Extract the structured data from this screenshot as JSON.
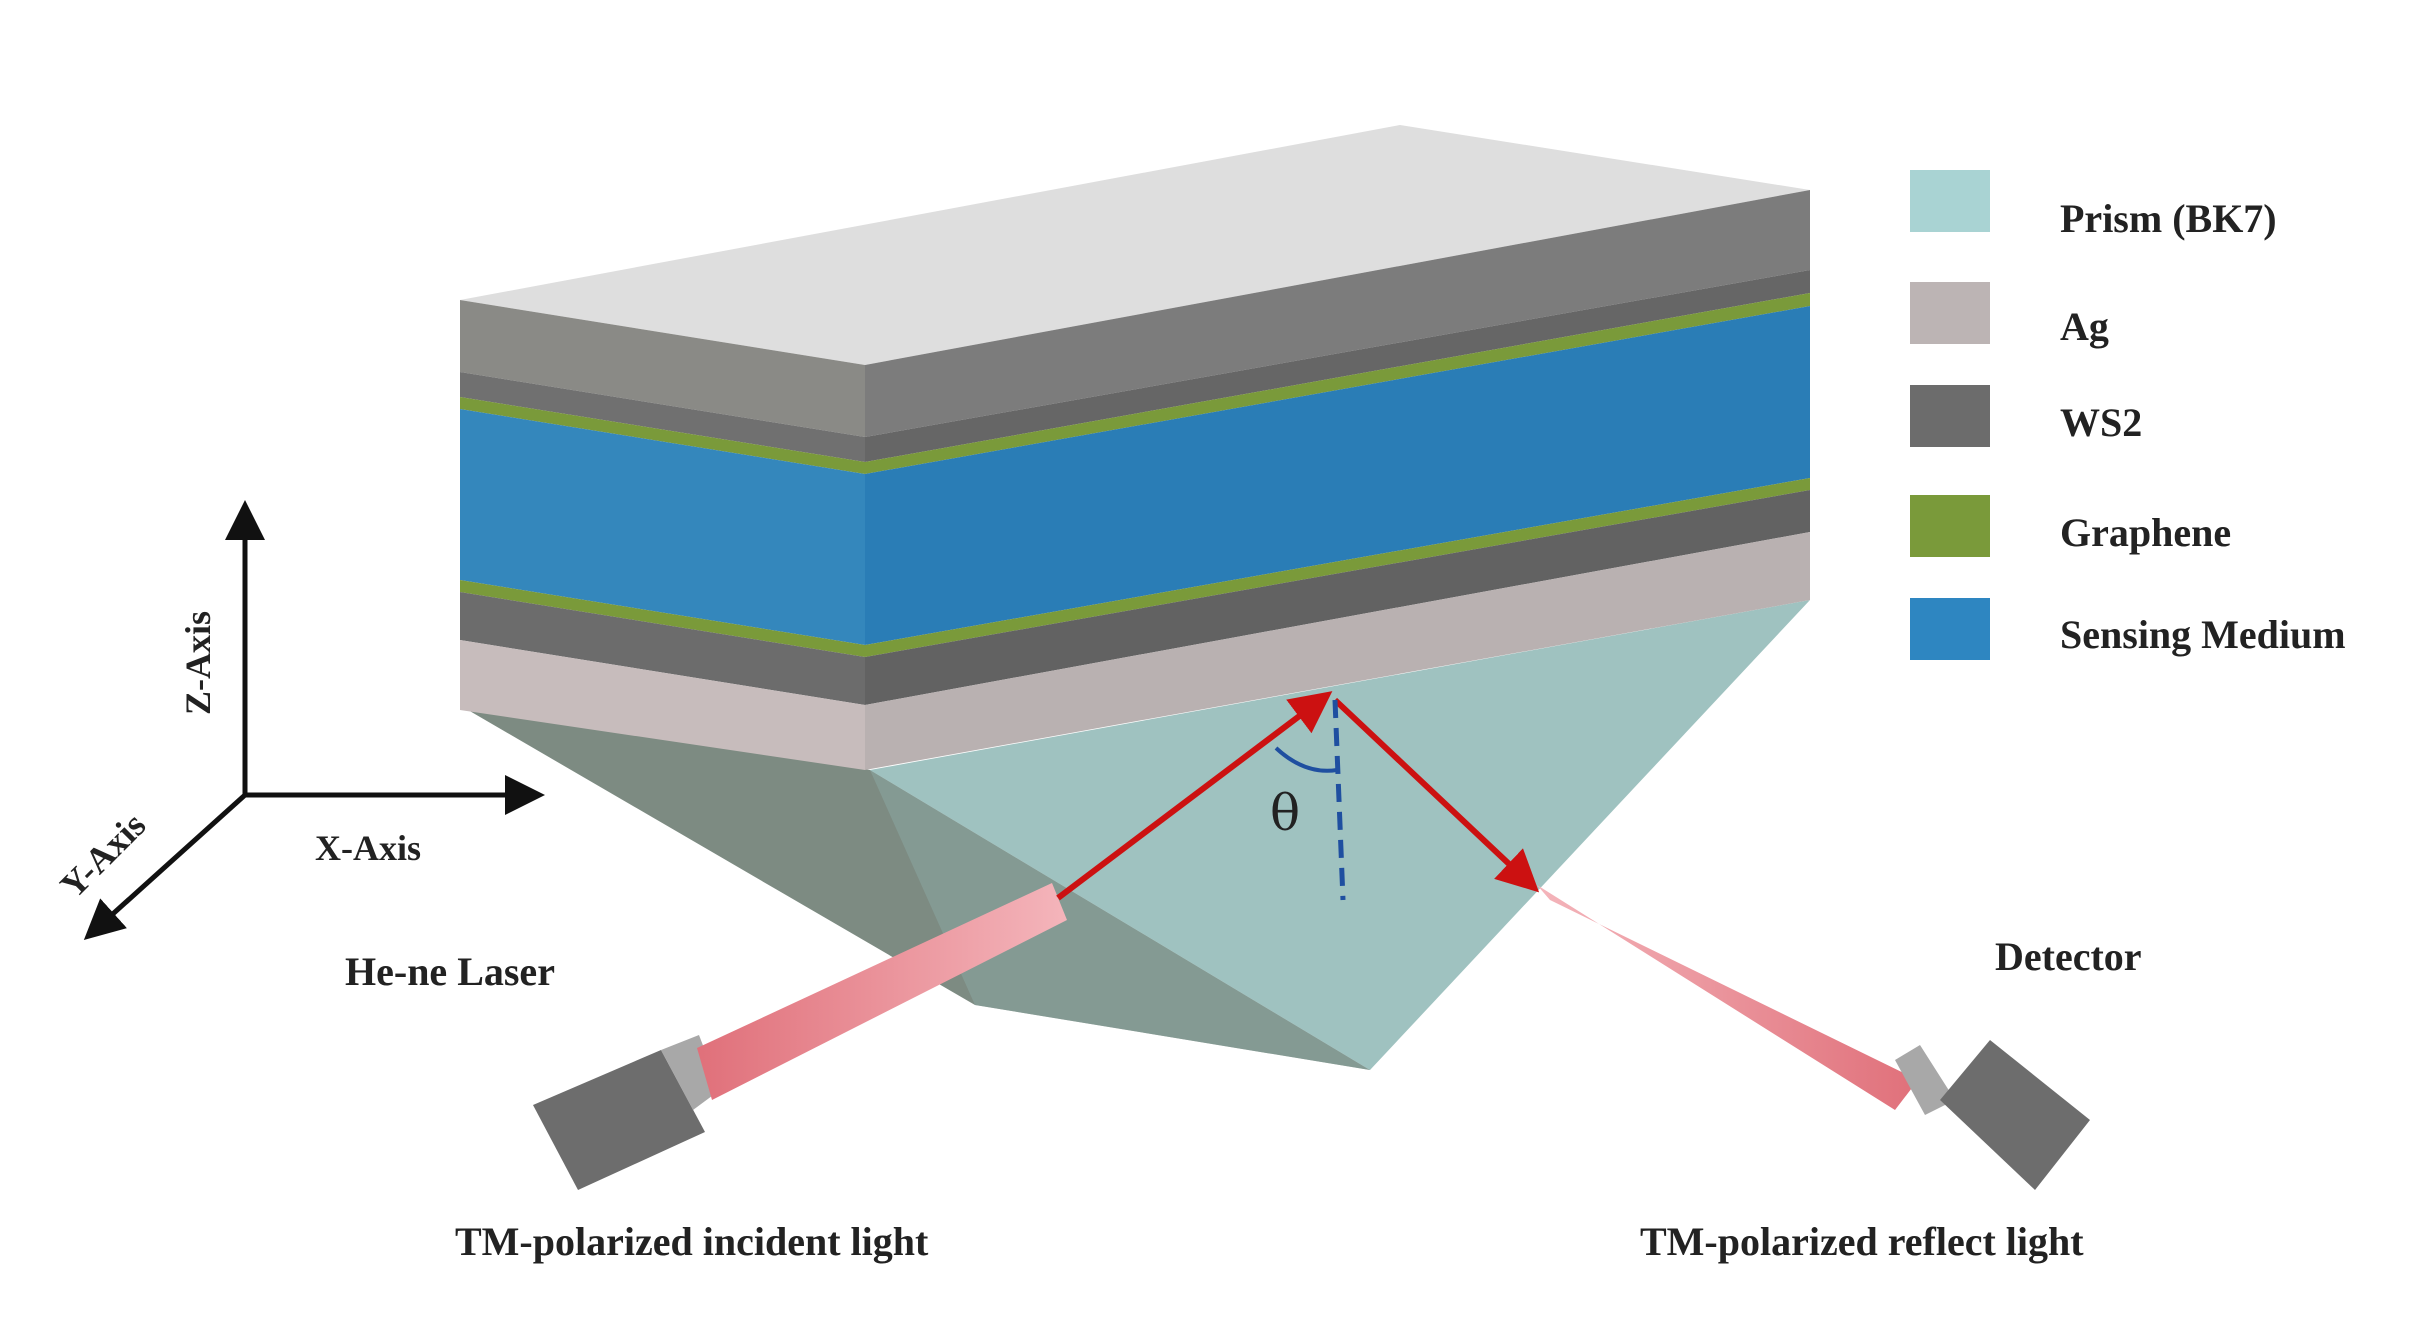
{
  "legend": {
    "items": [
      {
        "label": "Prism (BK7)",
        "color": "#a9d3d3"
      },
      {
        "label": "Ag",
        "color": "#bcb4b4"
      },
      {
        "label": "WS2",
        "color": "#6c6c6c"
      },
      {
        "label": "Graphene",
        "color": "#7a9a3a"
      },
      {
        "label": "Sensing Medium",
        "color": "#2e86c1"
      }
    ]
  },
  "axes": {
    "z": "Z-Axis",
    "x": "X-Axis",
    "y": "Y-Axis"
  },
  "labels": {
    "laser": "He-ne Laser",
    "detector": "Detector",
    "incident": "TM-polarized incident light",
    "reflect": "TM-polarized reflect light",
    "angle": "θ"
  },
  "colors": {
    "beam": "#cc1111",
    "normal": "#1f4fa0",
    "layer_ag": "#bcb4b4",
    "layer_ws2": "#6c6c6c",
    "layer_graphene": "#7a9a3a",
    "layer_sensing": "#2e86c1",
    "prism": "#a9d3d3"
  }
}
